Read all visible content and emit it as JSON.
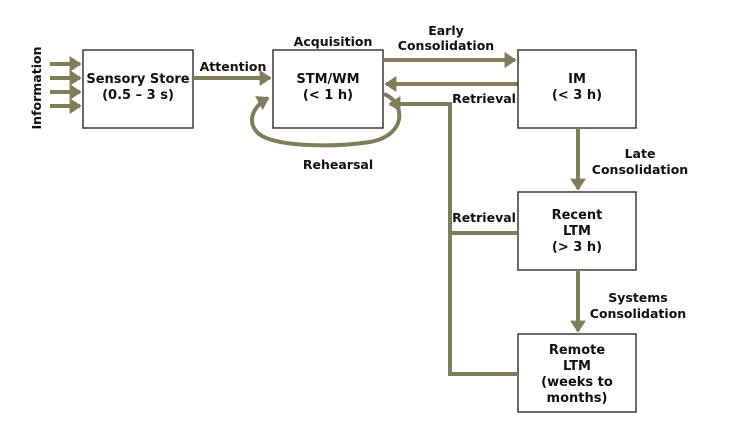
{
  "diagram": {
    "colors": {
      "arrow": "#7f7d5a",
      "box_border": "#3a3a3a",
      "text": "#111111"
    },
    "input_label": "Information",
    "boxes": {
      "sensory": {
        "line1": "Sensory Store",
        "line2": "(0.5 – 3 s)"
      },
      "stm": {
        "line1": "STM/WM",
        "line2": "(< 1 h)"
      },
      "im": {
        "line1": "IM",
        "line2": "(< 3 h)"
      },
      "recent": {
        "line1": "Recent",
        "line2": "LTM",
        "line3": "(> 3 h)"
      },
      "remote": {
        "line1": "Remote",
        "line2": "LTM",
        "line3": "(weeks to",
        "line4": "months)"
      }
    },
    "labels": {
      "attention": "Attention",
      "acquisition": "Acquisition",
      "early_consolidation_1": "Early",
      "early_consolidation_2": "Consolidation",
      "retrieval_im": "Retrieval",
      "rehearsal": "Rehearsal",
      "late_consolidation_1": "Late",
      "late_consolidation_2": "Consolidation",
      "retrieval_ltm": "Retrieval",
      "systems_consolidation_1": "Systems",
      "systems_consolidation_2": "Consolidation"
    }
  }
}
